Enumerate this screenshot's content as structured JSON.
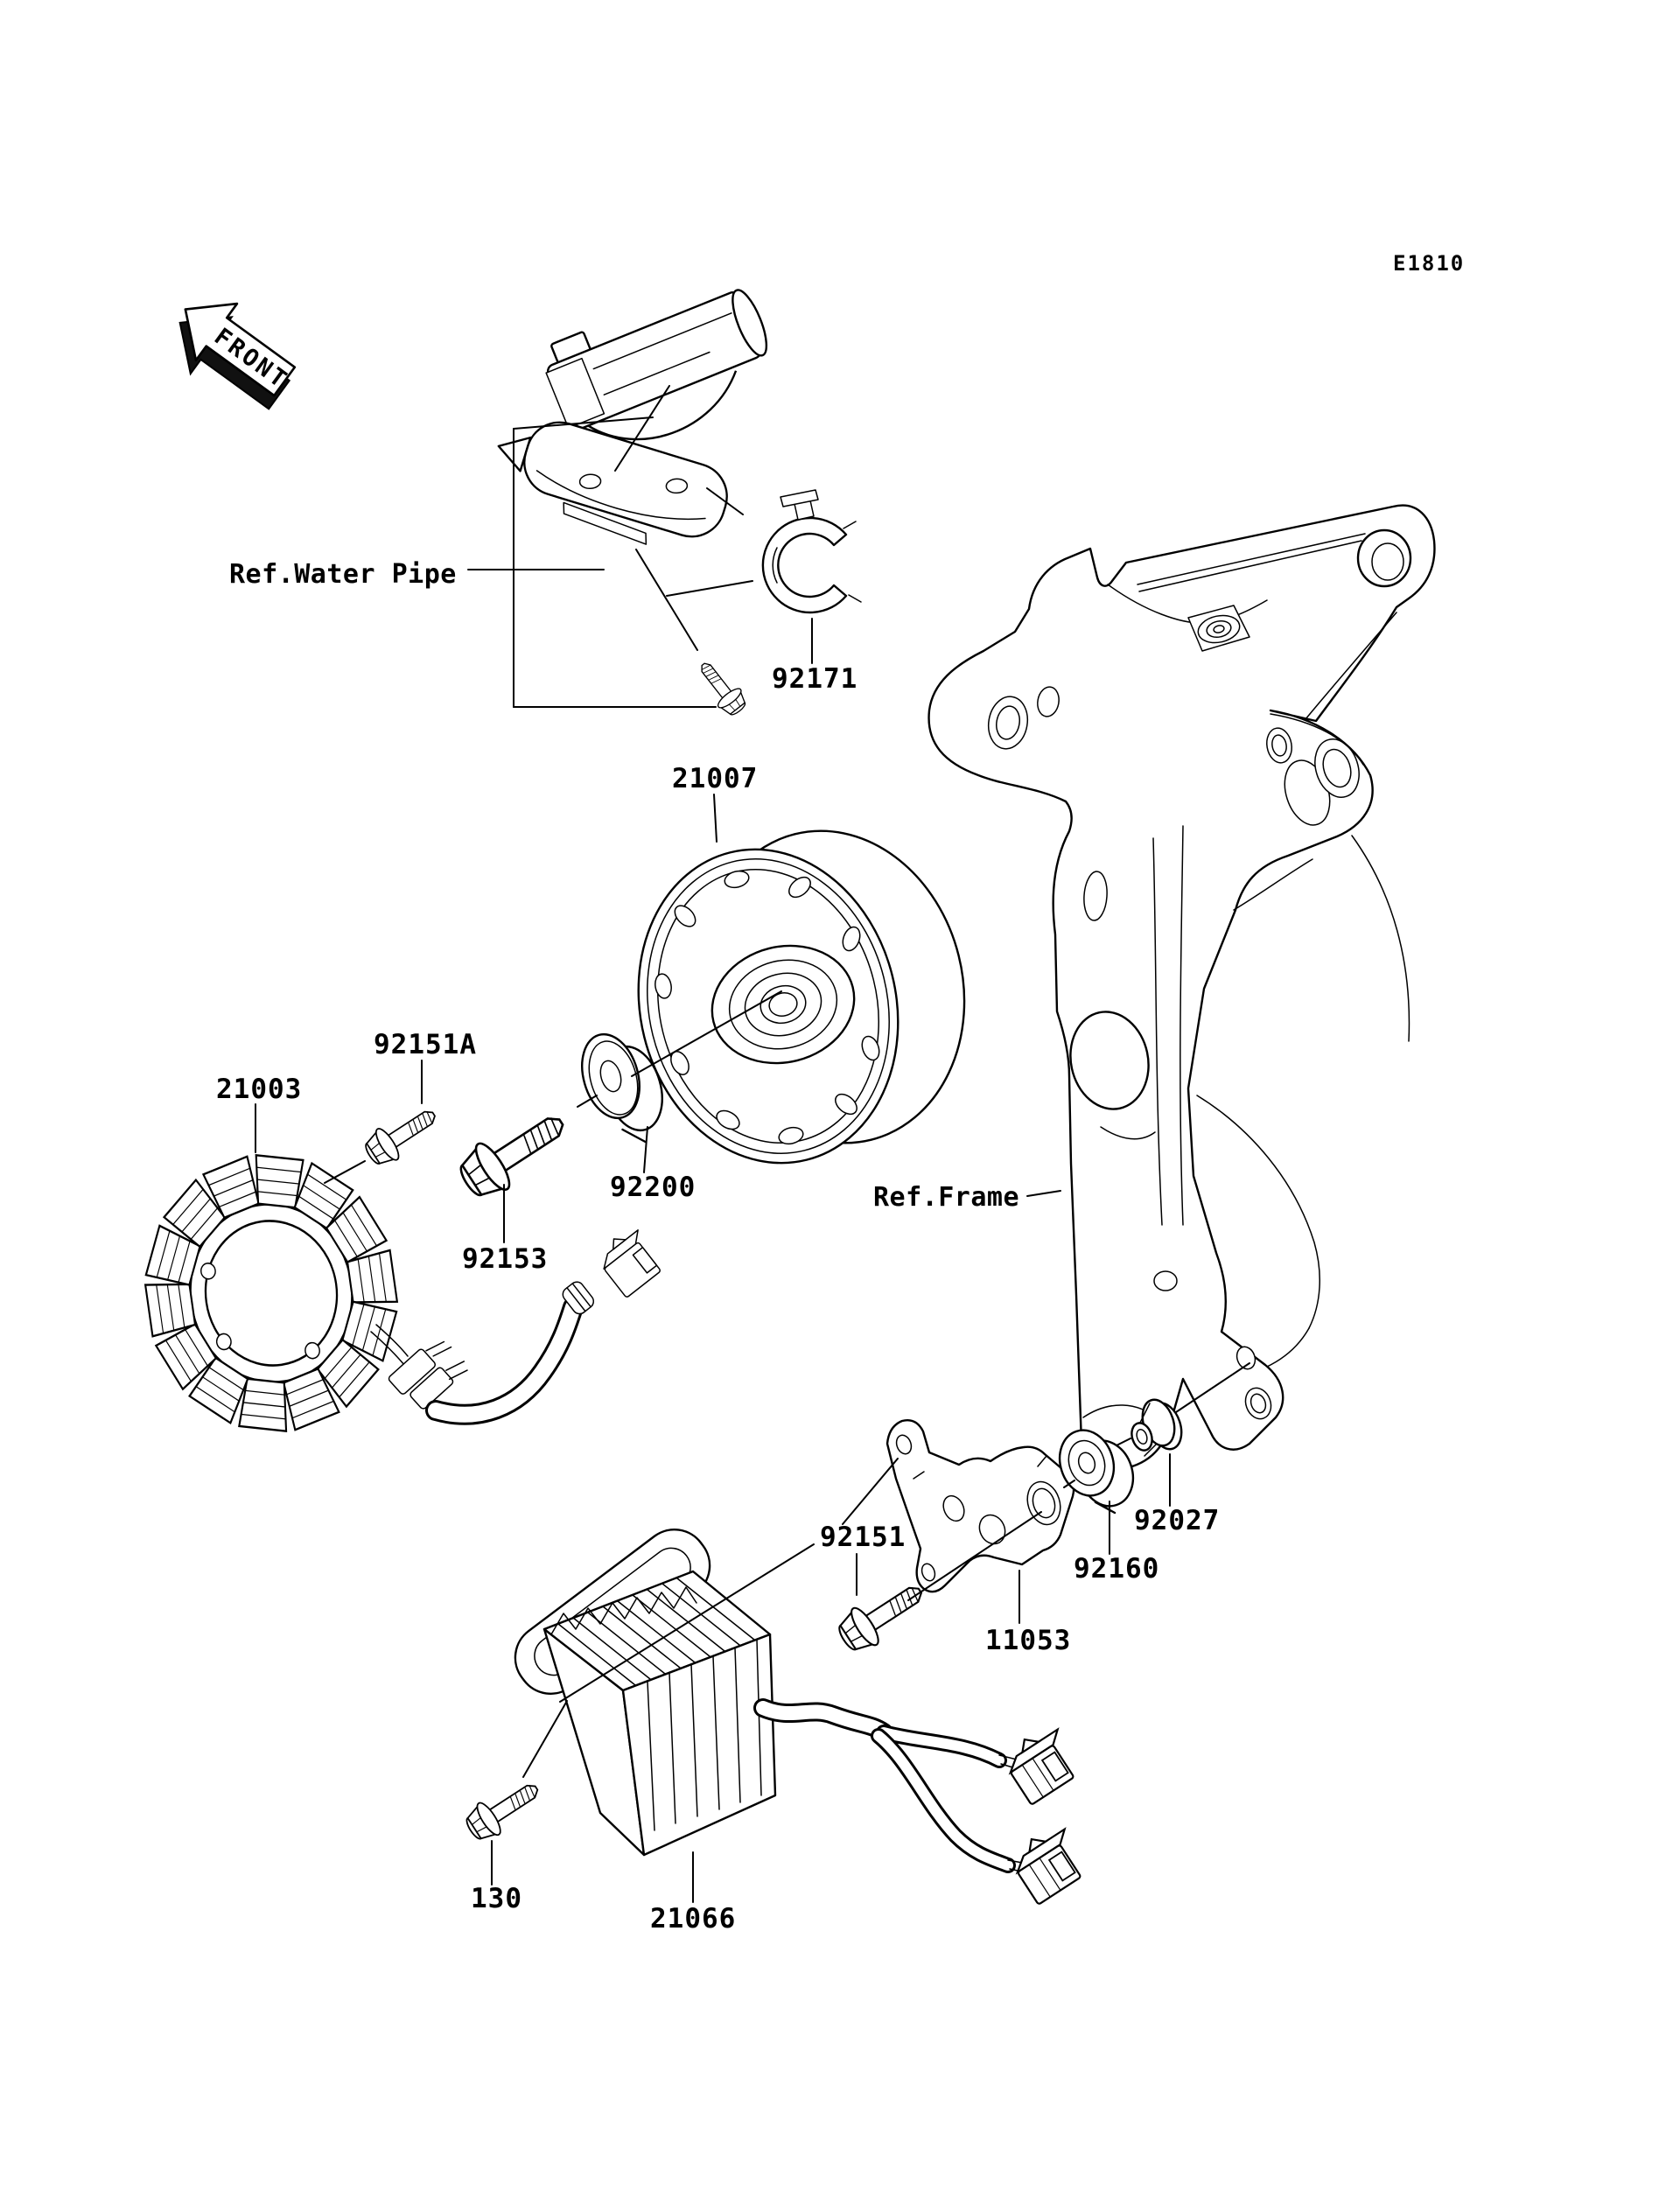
{
  "page": {
    "background": "#ffffff",
    "ink": "#000000",
    "type": "exploded-parts-diagram"
  },
  "diagram": {
    "code": "E1810",
    "orientation_marker": "FRONT",
    "references": {
      "water_pipe": "Ref.Water Pipe",
      "frame": "Ref.Frame"
    },
    "parts": [
      {
        "number": "92171",
        "name": "clamp"
      },
      {
        "number": "21007",
        "name": "generator-rotor-flywheel"
      },
      {
        "number": "92151A",
        "name": "bolt"
      },
      {
        "number": "21003",
        "name": "stator"
      },
      {
        "number": "92200",
        "name": "washer"
      },
      {
        "number": "92153",
        "name": "bolt-flanged"
      },
      {
        "number": "92151",
        "name": "bolt-flanged"
      },
      {
        "number": "92027",
        "name": "collar"
      },
      {
        "number": "92160",
        "name": "damper-grommet"
      },
      {
        "number": "11053",
        "name": "bracket"
      },
      {
        "number": "130",
        "name": "bolt-flanged-small"
      },
      {
        "number": "21066",
        "name": "regulator-voltage"
      }
    ]
  }
}
